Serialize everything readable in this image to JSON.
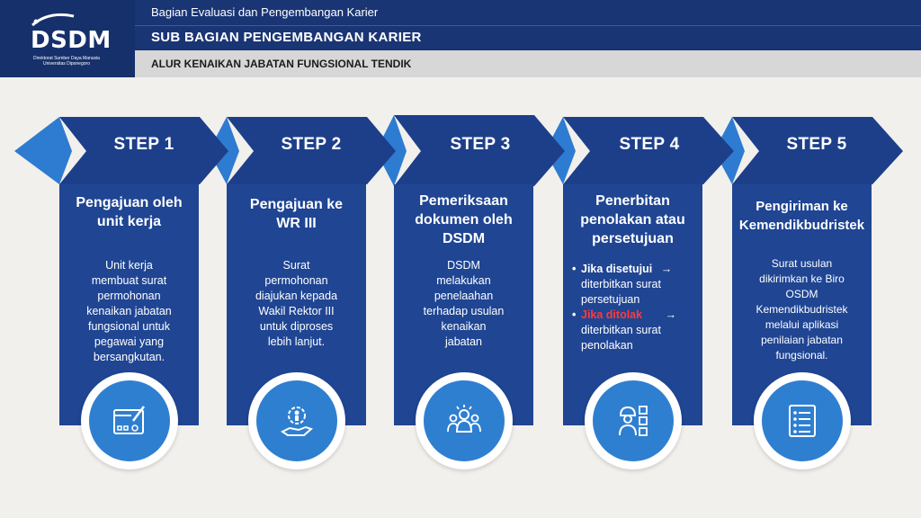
{
  "logo": {
    "word": "DSDM",
    "subtitle_line1": "Direktorat Sumber Daya Manusia",
    "subtitle_line2": "Universitas Diponegoro"
  },
  "header": {
    "line1": "Bagian Evaluasi dan Pengembangan Karier",
    "line2": "SUB BAGIAN PENGEMBANGAN KARIER",
    "line3": "ALUR KENAIKAN JABATAN FUNGSIONAL TENDIK"
  },
  "colors": {
    "header_blue": "#1a3574",
    "arrow_dark": "#1d3f8a",
    "arrow_light": "#2e7cd1",
    "card_blue": "#1f4593",
    "circle_blue": "#2f7fd0",
    "reject_red": "#ff3a3a"
  },
  "steps": [
    {
      "label": "STEP 1",
      "title": [
        "Pengajuan oleh",
        "unit kerja"
      ],
      "desc": [
        "Unit kerja",
        "membuat surat",
        "permohonan",
        "kenaikan jabatan",
        "fungsional untuk",
        "pegawai yang",
        "bersangkutan."
      ],
      "icon": "blueprint-drawing-icon"
    },
    {
      "label": "STEP 2",
      "title": [
        "Pengajuan ke",
        "WR III"
      ],
      "desc": [
        "Surat",
        "permohonan",
        "diajukan kepada",
        "Wakil Rektor III",
        "untuk diproses",
        "lebih lanjut."
      ],
      "icon": "hand-gear-person-icon"
    },
    {
      "label": "STEP 3",
      "title": [
        "Pemeriksaan",
        "dokumen oleh",
        "DSDM"
      ],
      "desc": [
        "DSDM",
        "melakukan",
        "penelaahan",
        "terhadap usulan",
        "kenaikan",
        "jabatan"
      ],
      "icon": "team-people-icon"
    },
    {
      "label": "STEP 4",
      "title": [
        "Penerbitan",
        "penolakan atau",
        "persetujuan"
      ],
      "bullets": [
        {
          "key": "Jika disetujui",
          "arrow": "→",
          "lines": [
            "diterbitkan surat",
            "persetujuan"
          ]
        },
        {
          "key": "Jika ditolak",
          "arrow": "→",
          "lines": [
            "diterbitkan surat",
            "penolakan"
          ]
        }
      ],
      "icon": "worker-checklist-icon"
    },
    {
      "label": "STEP 5",
      "title": [
        "Pengiriman ke",
        "Kemendikbudristek"
      ],
      "desc": [
        "Surat usulan",
        "dikirimkan ke Biro",
        "OSDM",
        "Kemendikbudristek",
        "melalui aplikasi",
        "penilaian jabatan",
        "fungsional."
      ],
      "icon": "document-list-icon"
    }
  ]
}
